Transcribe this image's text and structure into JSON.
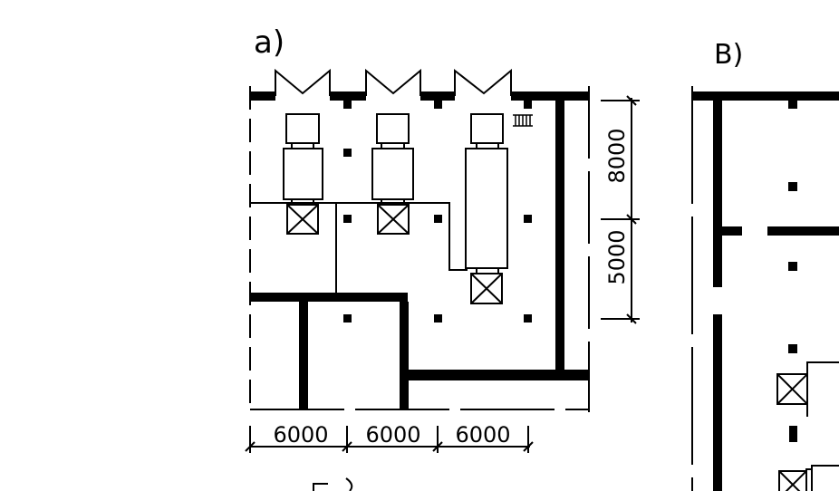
{
  "diagram": {
    "panel_a_label": "a)",
    "panel_b_label": "B)",
    "dimensions": {
      "bottom": [
        "6000",
        "6000",
        "6000"
      ],
      "right": [
        "8000",
        "5000"
      ]
    }
  },
  "colors": {
    "line": "#000000",
    "background": "#ffffff"
  }
}
